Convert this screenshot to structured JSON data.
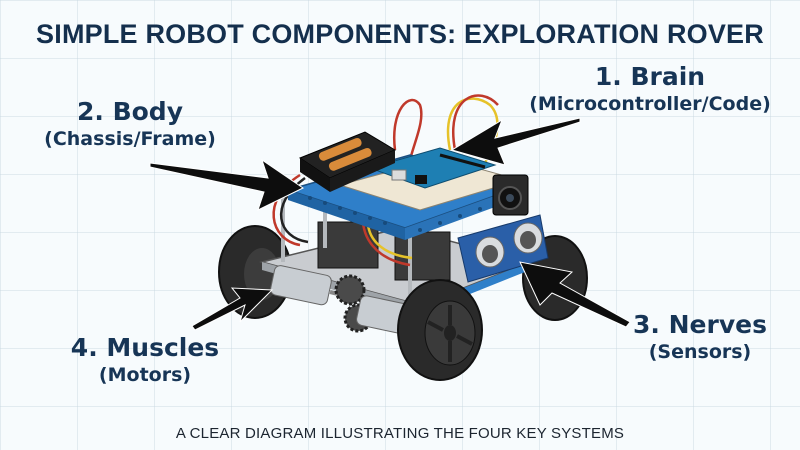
{
  "title": "SIMPLE ROBOT COMPONENTS: EXPLORATION ROVER",
  "labels": {
    "brain": {
      "main": "1. Brain",
      "sub": "(Microcontroller/Code)"
    },
    "body": {
      "main": "2. Body",
      "sub": "(Chassis/Frame)"
    },
    "nerves": {
      "main": "3. Nerves",
      "sub": "(Sensors)"
    },
    "muscles": {
      "main": "4. Muscles",
      "sub": "(Motors)"
    }
  },
  "caption": "A CLEAR DIAGRAM ILLUSTRATING THE FOUR KEY SYSTEMS",
  "colors": {
    "title": "#142f4d",
    "label": "#173556",
    "chassis_blue": "#2f7fc9",
    "arrow": "#0d0d0d",
    "background": "#f7fbfd"
  }
}
